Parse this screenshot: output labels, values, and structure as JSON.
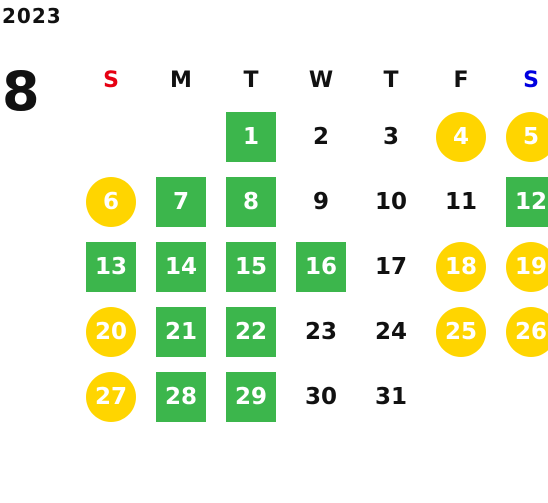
{
  "year": "2023",
  "month": "8",
  "weekdays": [
    {
      "label": "S",
      "color": "#e60012"
    },
    {
      "label": "M",
      "color": "#111111"
    },
    {
      "label": "T",
      "color": "#111111"
    },
    {
      "label": "W",
      "color": "#111111"
    },
    {
      "label": "T",
      "color": "#111111"
    },
    {
      "label": "F",
      "color": "#111111"
    },
    {
      "label": "S",
      "color": "#0000e0"
    }
  ],
  "legend_colors": {
    "green": "#3cb64c",
    "yellow": "#ffd500"
  },
  "weeks": [
    [
      {
        "d": ""
      },
      {
        "d": ""
      },
      {
        "d": "1",
        "s": "green"
      },
      {
        "d": "2"
      },
      {
        "d": "3"
      },
      {
        "d": "4",
        "s": "yellow"
      },
      {
        "d": "5",
        "s": "yellow"
      }
    ],
    [
      {
        "d": "6",
        "s": "yellow"
      },
      {
        "d": "7",
        "s": "green"
      },
      {
        "d": "8",
        "s": "green"
      },
      {
        "d": "9"
      },
      {
        "d": "10"
      },
      {
        "d": "11"
      },
      {
        "d": "12",
        "s": "green"
      }
    ],
    [
      {
        "d": "13",
        "s": "green"
      },
      {
        "d": "14",
        "s": "green"
      },
      {
        "d": "15",
        "s": "green"
      },
      {
        "d": "16",
        "s": "green"
      },
      {
        "d": "17"
      },
      {
        "d": "18",
        "s": "yellow"
      },
      {
        "d": "19",
        "s": "yellow"
      }
    ],
    [
      {
        "d": "20",
        "s": "yellow"
      },
      {
        "d": "21",
        "s": "green"
      },
      {
        "d": "22",
        "s": "green"
      },
      {
        "d": "23"
      },
      {
        "d": "24"
      },
      {
        "d": "25",
        "s": "yellow"
      },
      {
        "d": "26",
        "s": "yellow"
      }
    ],
    [
      {
        "d": "27",
        "s": "yellow"
      },
      {
        "d": "28",
        "s": "green"
      },
      {
        "d": "29",
        "s": "green"
      },
      {
        "d": "30"
      },
      {
        "d": "31"
      },
      {
        "d": ""
      },
      {
        "d": ""
      }
    ]
  ]
}
